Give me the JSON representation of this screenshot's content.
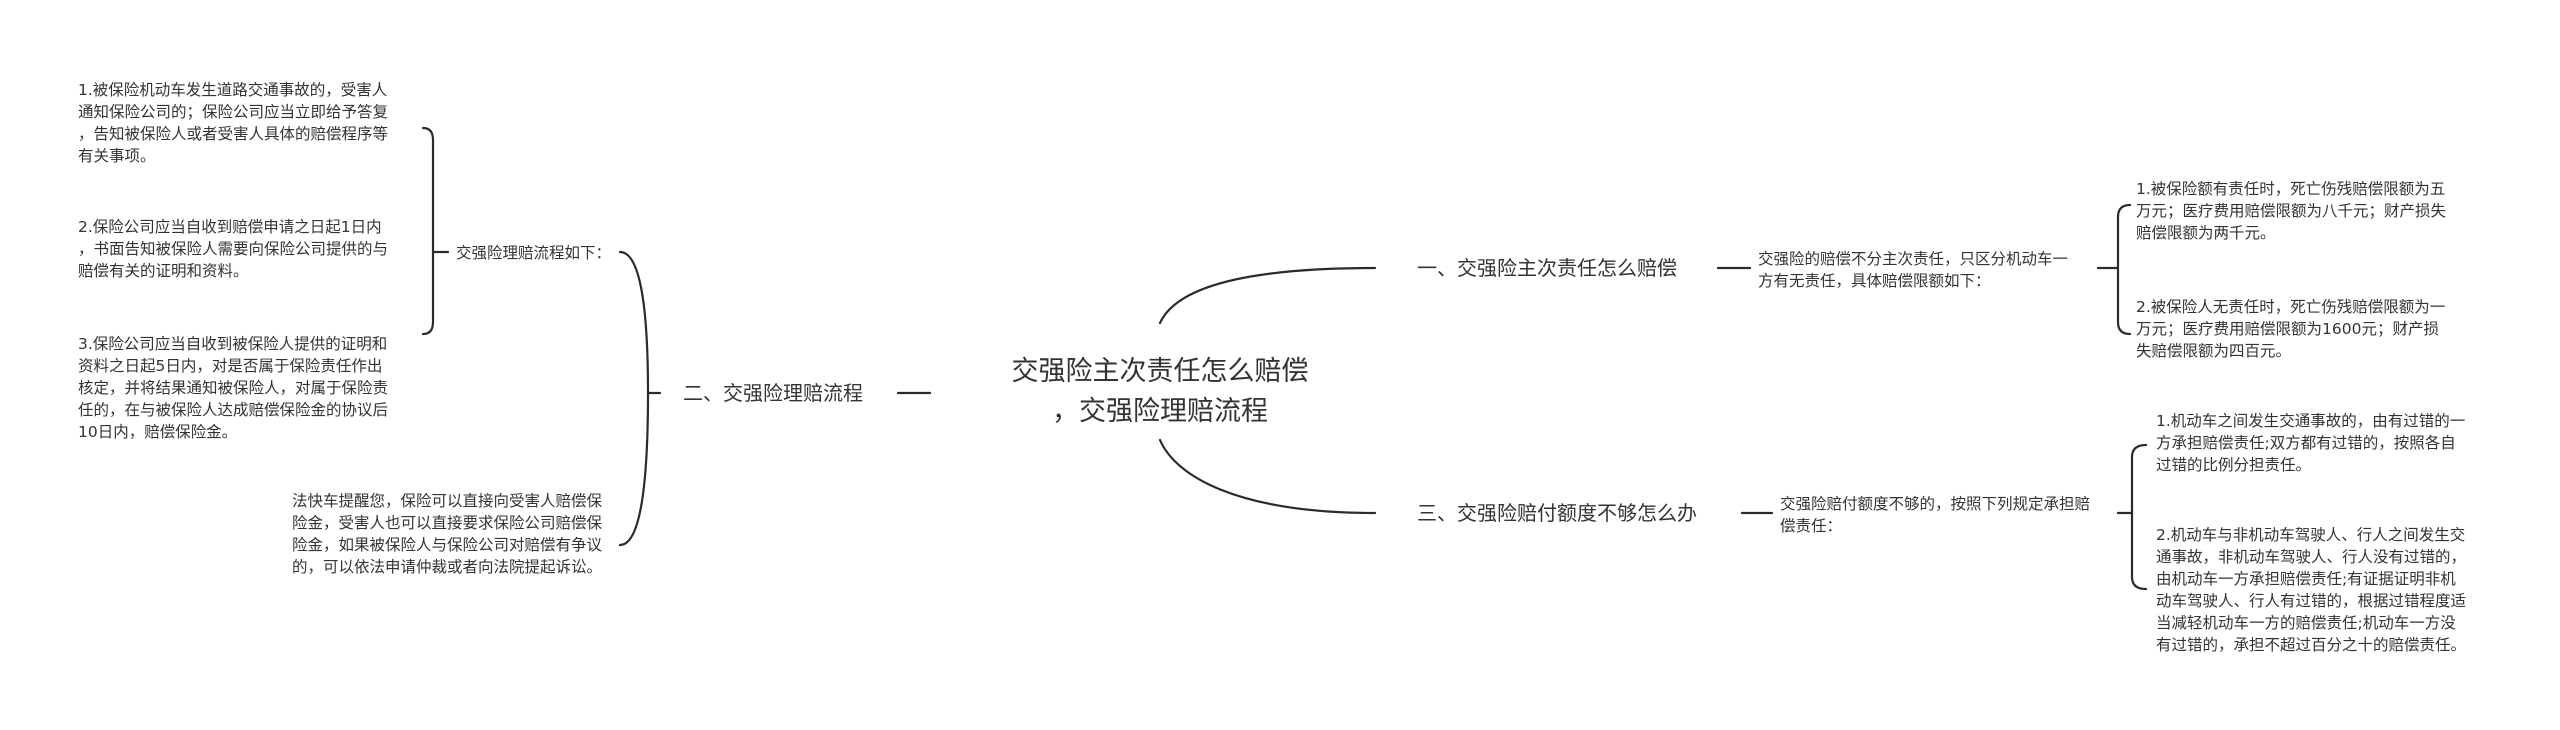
{
  "root": {
    "title": "交强险主次责任怎么赔偿\n，交强险理赔流程"
  },
  "branches": {
    "b1": {
      "label": "一、交强险主次责任怎么赔偿",
      "detail": "交强险的赔偿不分主次责任，只区分机动车一\n方有无责任，具体赔偿限额如下：",
      "items": [
        "1.被保险额有责任时，死亡伤残赔偿限额为五\n万元；医疗费用赔偿限额为八千元；财产损失\n赔偿限额为两千元。",
        "2.被保险人无责任时，死亡伤残赔偿限额为一\n万元；医疗费用赔偿限额为1600元；财产损\n失赔偿限额为四百元。"
      ]
    },
    "b2": {
      "label": "二、交强险理赔流程",
      "detail": "交强险理赔流程如下：",
      "items": [
        "1.被保险机动车发生道路交通事故的，受害人\n通知保险公司的；保险公司应当立即给予答复\n，告知被保险人或者受害人具体的赔偿程序等\n有关事项。",
        "2.保险公司应当自收到赔偿申请之日起1日内\n，书面告知被保险人需要向保险公司提供的与\n赔偿有关的证明和资料。",
        "3.保险公司应当自收到被保险人提供的证明和\n资料之日起5日内，对是否属于保险责任作出\n核定，并将结果通知被保险人，对属于保险责\n任的，在与被保险人达成赔偿保险金的协议后\n10日内，赔偿保险金。"
      ],
      "note": "法快车提醒您，保险可以直接向受害人赔偿保\n险金，受害人也可以直接要求保险公司赔偿保\n险金，如果被保险人与保险公司对赔偿有争议\n的，可以依法申请仲裁或者向法院提起诉讼。"
    },
    "b3": {
      "label": "三、交强险赔付额度不够怎么办",
      "detail": "交强险赔付额度不够的，按照下列规定承担赔\n偿责任：",
      "items": [
        "1.机动车之间发生交通事故的，由有过错的一\n方承担赔偿责任;双方都有过错的，按照各自\n过错的比例分担责任。",
        "2.机动车与非机动车驾驶人、行人之间发生交\n通事故，非机动车驾驶人、行人没有过错的，\n由机动车一方承担赔偿责任;有证据证明非机\n动车驾驶人、行人有过错的，根据过错程度适\n当减轻机动车一方的赔偿责任;机动车一方没\n有过错的，承担不超过百分之十的赔偿责任。"
      ]
    }
  }
}
